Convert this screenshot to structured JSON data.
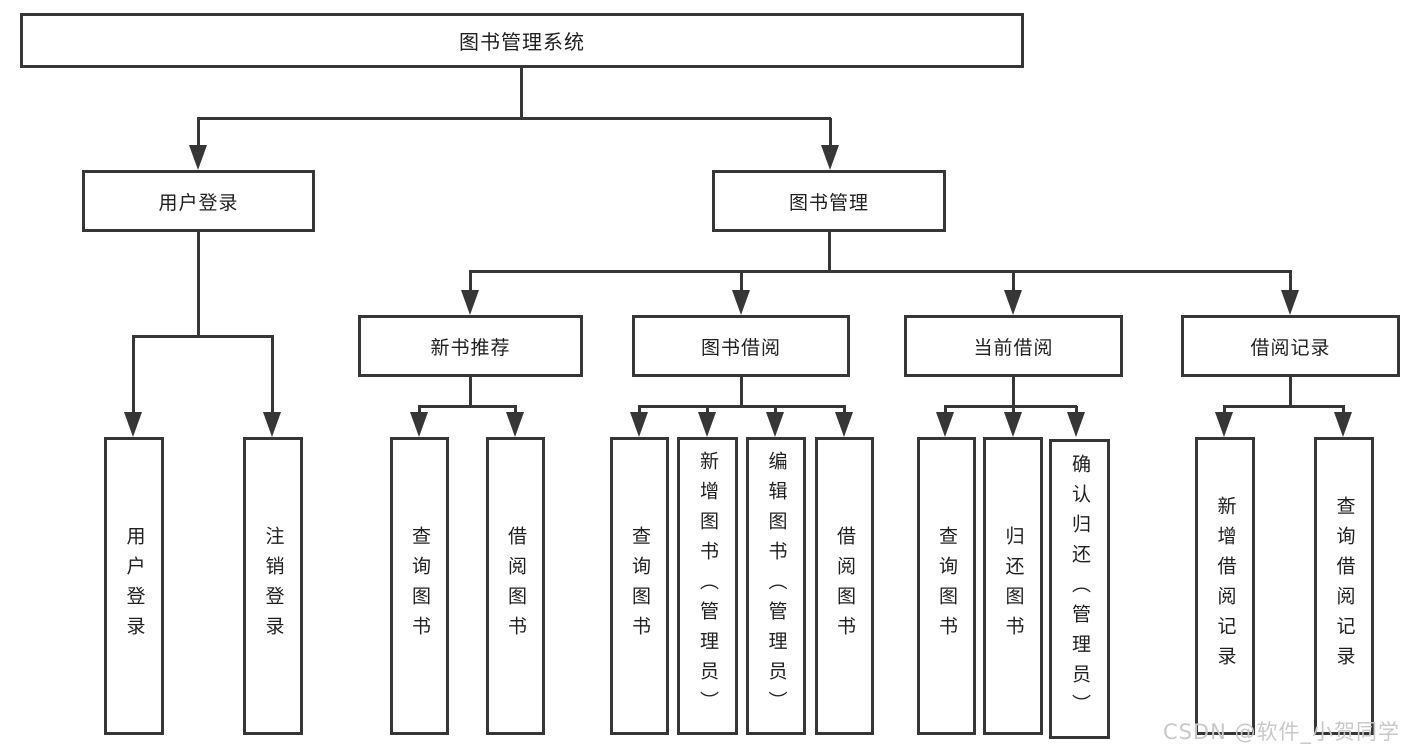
{
  "diagram": {
    "root": {
      "label": "图书管理系统"
    },
    "children": [
      {
        "label": "用户登录",
        "children": [
          {
            "label": "用户登录"
          },
          {
            "label": "注销登录"
          }
        ]
      },
      {
        "label": "图书管理",
        "children": [
          {
            "label": "新书推荐",
            "children": [
              {
                "label": "查询图书"
              },
              {
                "label": "借阅图书"
              }
            ]
          },
          {
            "label": "图书借阅",
            "children": [
              {
                "label": "查询图书"
              },
              {
                "label": "新增图书（管理员）"
              },
              {
                "label": "编辑图书（管理员）"
              },
              {
                "label": "借阅图书"
              }
            ]
          },
          {
            "label": "当前借阅",
            "children": [
              {
                "label": "查询图书"
              },
              {
                "label": "归还图书"
              },
              {
                "label": "确认归还（管理员）"
              }
            ]
          },
          {
            "label": "借阅记录",
            "children": [
              {
                "label": "新增借阅记录"
              },
              {
                "label": "查询借阅记录"
              }
            ]
          }
        ]
      }
    ]
  },
  "watermark": {
    "text": "CSDN @软件_小贺同学"
  },
  "colors": {
    "line": "#363636",
    "box_border": "#363636",
    "text": "#1f1f1f",
    "watermark": "#c9c9c9",
    "background": "#ffffff"
  }
}
